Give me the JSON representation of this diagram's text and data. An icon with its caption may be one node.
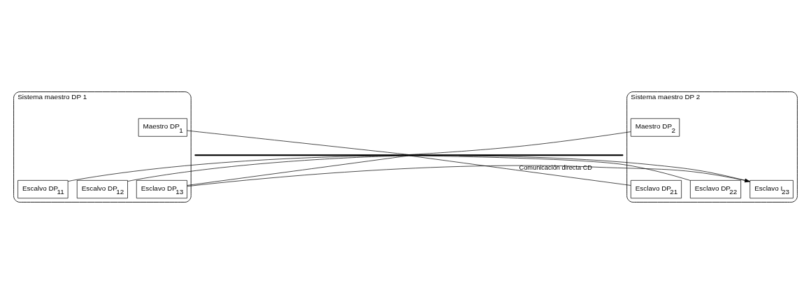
{
  "diagram": {
    "nodes": [
      {
        "text": [
          "Sistema maestro DP 1"
        ]
      },
      {
        "text": [
          "Maestro DP$_{1}$"
        ],
        "in": 0
      },
      {
        "text": [
          "Escalvo DP$_{11}$"
        ],
        "in": 0
      },
      {
        "text": [
          "Escalvo DP$_{12}$"
        ],
        "in": 0
      },
      {
        "text": [
          "Esclavo DP$_{13}$"
        ],
        "in": 0
      },
      {
        "text": [
          "Sistema maestro DP 2"
        ]
      },
      {
        "text": [
          "Maestro DP$_{2}$"
        ],
        "in": 5
      },
      {
        "text": [
          "Esclavo DP$_{21}$"
        ],
        "in": 5
      },
      {
        "text": [
          "Esclavo DP$_{22}$"
        ],
        "in": 5
      },
      {
        "text": [
          "Esclavo I$_{23}$"
        ],
        "in": 5
      },
      {
        "text": [],
        "shape": "bar"
      }
    ],
    "edges": [
      {
        "from": 1,
        "to": 10,
        "arrow": "none"
      },
      {
        "from": 2,
        "to": 10,
        "arrow": "none"
      },
      {
        "from": 3,
        "to": 10,
        "arrow": "none"
      },
      {
        "from": 4,
        "to": 10,
        "arrow": "none"
      },
      {
        "from": 6,
        "to": 10,
        "arrow": "none"
      },
      {
        "from": 7,
        "to": 10,
        "arrow": "none"
      },
      {
        "from": 8,
        "to": 10,
        "arrow": "none"
      },
      {
        "from": 9,
        "to": 10,
        "arrow": "none"
      },
      {
        "from": 4,
        "to": 9,
        "arrow": "to",
        "label": "Comunicación directa CD"
      }
    ]
  }
}
